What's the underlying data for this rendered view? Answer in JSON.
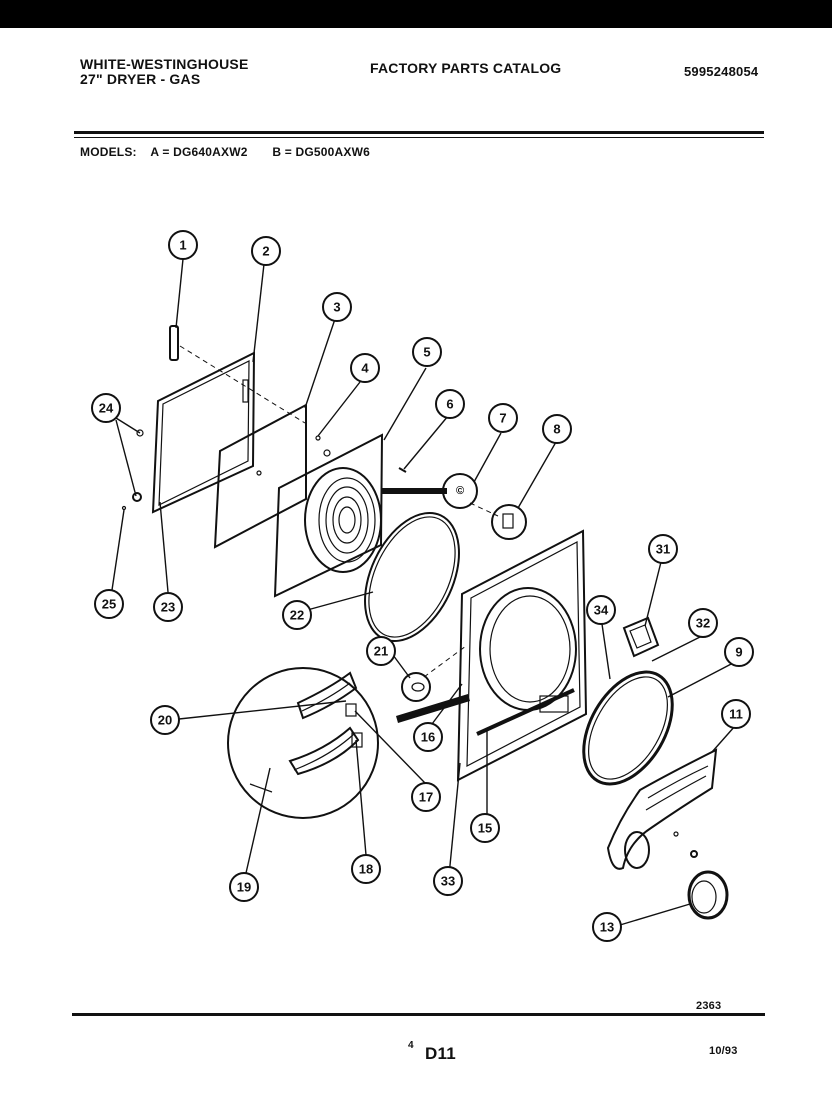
{
  "header": {
    "brand_line1": "WHITE-WESTINGHOUSE",
    "brand_line2": "27\" DRYER - GAS",
    "catalog_title": "FACTORY PARTS CATALOG",
    "part_number": "5995248054",
    "models_line": "MODELS:    A = DG640AXW2       B = DG500AXW6"
  },
  "footer": {
    "ref_number": "2363",
    "page_number": "4",
    "section": "D11",
    "date": "10/93"
  },
  "callouts": [
    "1",
    "2",
    "3",
    "4",
    "5",
    "6",
    "7",
    "8",
    "9",
    "11",
    "13",
    "15",
    "16",
    "17",
    "18",
    "19",
    "20",
    "21",
    "22",
    "23",
    "24",
    "25",
    "31",
    "32",
    "33",
    "34"
  ]
}
